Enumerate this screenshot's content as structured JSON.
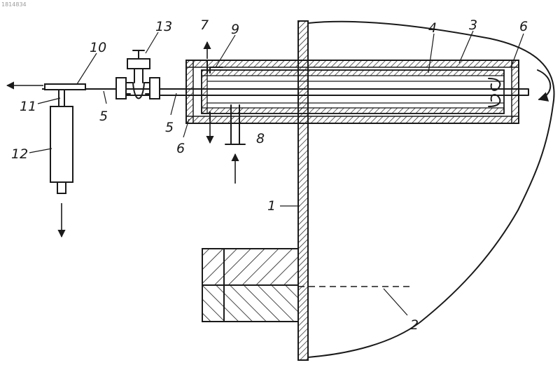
{
  "watermark": "1814834",
  "colors": {
    "ink": "#1a1a1a",
    "paper": "#ffffff"
  },
  "labels": {
    "l1": "1",
    "l2": "2",
    "l3": "3",
    "l4": "4",
    "l5a": "5",
    "l5b": "5",
    "l6a": "6",
    "l6b": "6",
    "l7": "7",
    "l8": "8",
    "l9": "9",
    "l10": "10",
    "l11": "11",
    "l12": "12",
    "l13": "13"
  }
}
